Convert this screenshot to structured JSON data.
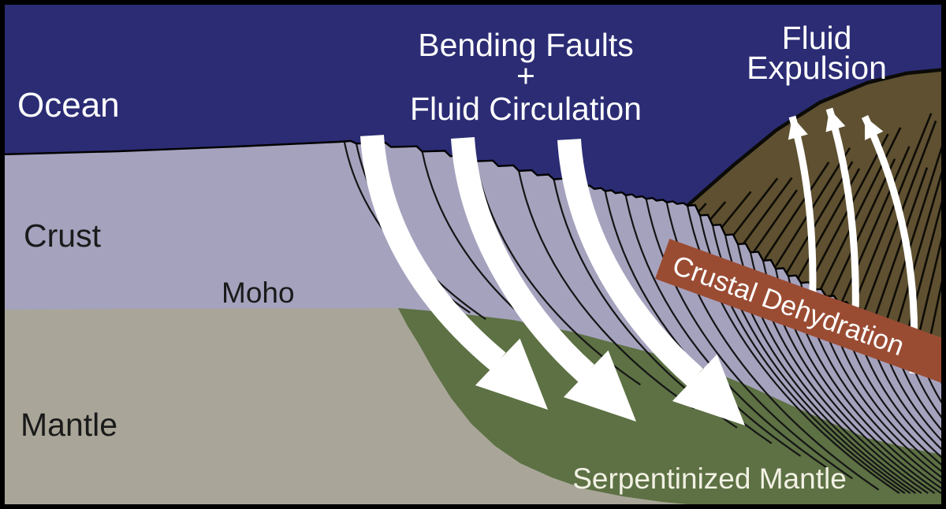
{
  "labels": {
    "ocean": "Ocean",
    "crust": "Crust",
    "moho": "Moho",
    "mantle": "Mantle",
    "bending_line1": "Bending Faults",
    "bending_line2": "+",
    "bending_line3": "Fluid Circulation",
    "fluid_line1": "Fluid",
    "fluid_line2": "Expulsion",
    "crustal_dehydration": "Crustal Dehydration",
    "serpentinized_mantle": "Serpentinized Mantle"
  },
  "colors": {
    "ocean": "#2B2C74",
    "crust": "#A5A2BE",
    "mantle": "#A9A699",
    "serpentinite": "#5D7144",
    "wedge": "#5E5030",
    "banner": "#9A4C33",
    "fault_line": "#151515",
    "wedge_line": "#0E0C06",
    "arrow_white": "#FFFFFF",
    "label_dark": "#1A1A1A",
    "label_light": "#FFFFFF",
    "label_cream": "#F2F1E4",
    "frame": "#000000"
  }
}
